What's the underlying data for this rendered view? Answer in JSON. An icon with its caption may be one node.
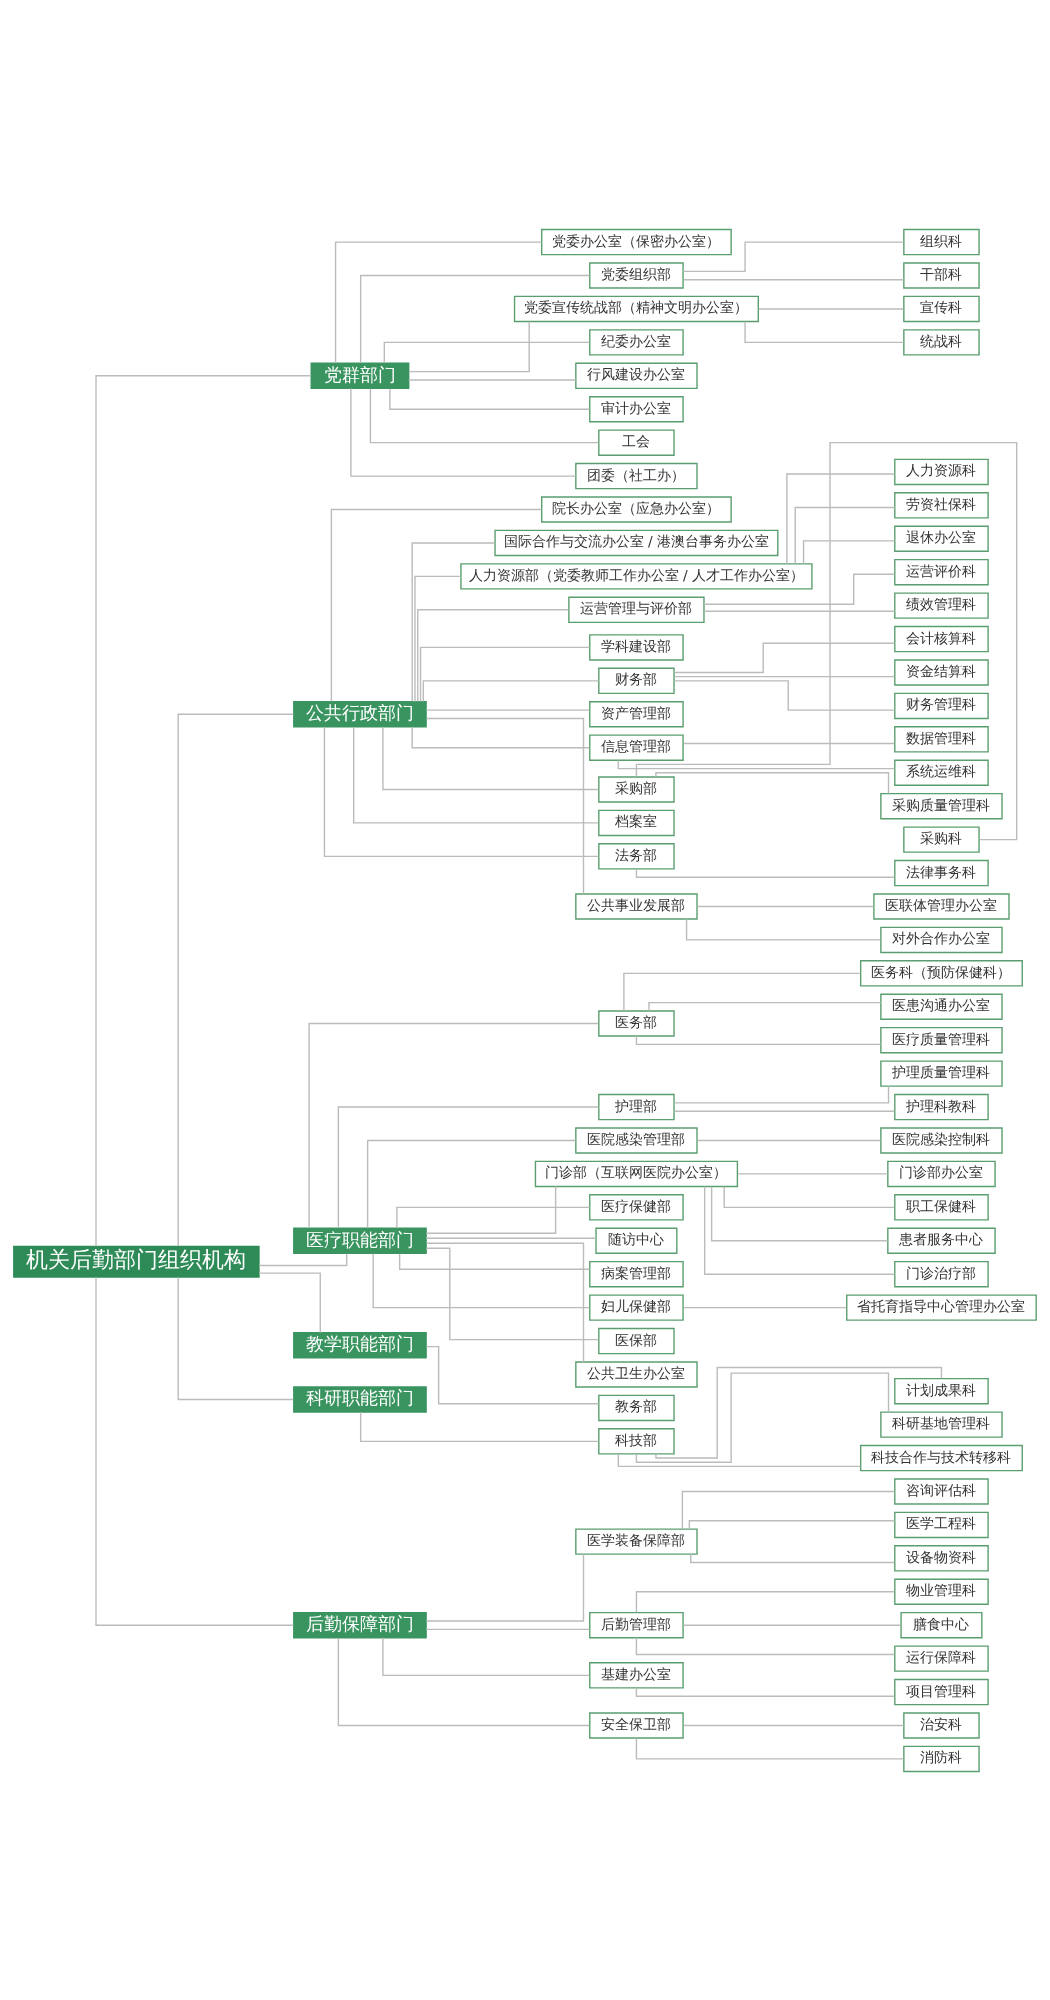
{
  "diagram": {
    "nodes": [
      {
        "text": [
          "机关后勤部门组织机构"
        ]
      },
      {
        "text": [
          "党群部门"
        ]
      },
      {
        "text": [
          "党委办公室（保密办公室）"
        ]
      },
      {
        "text": [
          "党委组织部"
        ]
      },
      {
        "text": [
          "组织科"
        ]
      },
      {
        "text": [
          "干部科"
        ]
      },
      {
        "text": [
          "党委宣传统战部（精神文明办公室）"
        ]
      },
      {
        "text": [
          "宣传科"
        ]
      },
      {
        "text": [
          "统战科"
        ]
      },
      {
        "text": [
          "纪委办公室"
        ]
      },
      {
        "text": [
          "行风建设办公室"
        ]
      },
      {
        "text": [
          "审计办公室"
        ]
      },
      {
        "text": [
          "工会"
        ]
      },
      {
        "text": [
          "团委（社工办）"
        ]
      },
      {
        "text": [
          "公共行政部门"
        ]
      },
      {
        "text": [
          "院长办公室（应急办公室）"
        ]
      },
      {
        "text": [
          "国际合作与交流办公室 / 港澳台事务办公室"
        ]
      },
      {
        "text": [
          "人力资源部（党委教师工作办公室 / 人才工作办公室）"
        ]
      },
      {
        "text": [
          "人力资源科"
        ]
      },
      {
        "text": [
          "劳资社保科"
        ]
      },
      {
        "text": [
          "退休办公室"
        ]
      },
      {
        "text": [
          "运营管理与评价部"
        ]
      },
      {
        "text": [
          "运营评价科"
        ]
      },
      {
        "text": [
          "绩效管理科"
        ]
      },
      {
        "text": [
          "学科建设部"
        ]
      },
      {
        "text": [
          "财务部"
        ]
      },
      {
        "text": [
          "会计核算科"
        ]
      },
      {
        "text": [
          "资金结算科"
        ]
      },
      {
        "text": [
          "财务管理科"
        ]
      },
      {
        "text": [
          "资产管理部"
        ]
      },
      {
        "text": [
          "信息管理部"
        ]
      },
      {
        "text": [
          "数据管理科"
        ]
      },
      {
        "text": [
          "系统运维科"
        ]
      },
      {
        "text": [
          "采购部"
        ]
      },
      {
        "text": [
          "采购质量管理科"
        ]
      },
      {
        "text": [
          "采购科"
        ]
      },
      {
        "text": [
          "档案室"
        ]
      },
      {
        "text": [
          "法务部"
        ]
      },
      {
        "text": [
          "法律事务科"
        ]
      },
      {
        "text": [
          "公共事业发展部"
        ]
      },
      {
        "text": [
          "医联体管理办公室"
        ]
      },
      {
        "text": [
          "对外合作办公室"
        ]
      },
      {
        "text": [
          "医疗职能部门"
        ]
      },
      {
        "text": [
          "医务部"
        ]
      },
      {
        "text": [
          "医务科（预防保健科）"
        ]
      },
      {
        "text": [
          "医患沟通办公室"
        ]
      },
      {
        "text": [
          "医疗质量管理科"
        ]
      },
      {
        "text": [
          "护理部"
        ]
      },
      {
        "text": [
          "护理质量管理科"
        ]
      },
      {
        "text": [
          "护理科教科"
        ]
      },
      {
        "text": [
          "医院感染管理部"
        ]
      },
      {
        "text": [
          "医院感染控制科"
        ]
      },
      {
        "text": [
          "门诊部（互联网医院办公室）"
        ]
      },
      {
        "text": [
          "门诊部办公室"
        ]
      },
      {
        "text": [
          "职工保健科"
        ]
      },
      {
        "text": [
          "患者服务中心"
        ]
      },
      {
        "text": [
          "门诊治疗部"
        ]
      },
      {
        "text": [
          "医疗保健部"
        ]
      },
      {
        "text": [
          "随访中心"
        ]
      },
      {
        "text": [
          "病案管理部"
        ]
      },
      {
        "text": [
          "妇儿保健部"
        ]
      },
      {
        "text": [
          "省托育指导中心管理办公室"
        ]
      },
      {
        "text": [
          "医保部"
        ]
      },
      {
        "text": [
          "公共卫生办公室"
        ]
      },
      {
        "text": [
          "教学职能部门"
        ]
      },
      {
        "text": [
          "教务部"
        ]
      },
      {
        "text": [
          "科研职能部门"
        ]
      },
      {
        "text": [
          "科技部"
        ]
      },
      {
        "text": [
          "计划成果科"
        ]
      },
      {
        "text": [
          "科研基地管理科"
        ]
      },
      {
        "text": [
          "科技合作与技术转移科"
        ]
      },
      {
        "text": [
          "后勤保障部门"
        ]
      },
      {
        "text": [
          "医学装备保障部"
        ]
      },
      {
        "text": [
          "咨询评估科"
        ]
      },
      {
        "text": [
          "医学工程科"
        ]
      },
      {
        "text": [
          "设备物资科"
        ]
      },
      {
        "text": [
          "后勤管理部"
        ]
      },
      {
        "text": [
          "物业管理科"
        ]
      },
      {
        "text": [
          "膳食中心"
        ]
      },
      {
        "text": [
          "运行保障科"
        ]
      },
      {
        "text": [
          "基建办公室"
        ]
      },
      {
        "text": [
          "项目管理科"
        ]
      },
      {
        "text": [
          "安全保卫部"
        ]
      },
      {
        "text": [
          "治安科"
        ]
      },
      {
        "text": [
          "消防科"
        ]
      }
    ],
    "edges": [
      {
        "from": 0,
        "to": 1,
        "arrow": "none"
      },
      {
        "from": 1,
        "to": 2,
        "arrow": "none"
      },
      {
        "from": 1,
        "to": 3,
        "arrow": "none"
      },
      {
        "from": 3,
        "to": 4,
        "arrow": "none"
      },
      {
        "from": 3,
        "to": 5,
        "arrow": "none"
      },
      {
        "from": 1,
        "to": 6,
        "arrow": "none"
      },
      {
        "from": 6,
        "to": 7,
        "arrow": "none"
      },
      {
        "from": 6,
        "to": 8,
        "arrow": "none"
      },
      {
        "from": 1,
        "to": 9,
        "arrow": "none"
      },
      {
        "from": 1,
        "to": 10,
        "arrow": "none"
      },
      {
        "from": 1,
        "to": 11,
        "arrow": "none"
      },
      {
        "from": 1,
        "to": 12,
        "arrow": "none"
      },
      {
        "from": 1,
        "to": 13,
        "arrow": "none"
      },
      {
        "from": 0,
        "to": 14,
        "arrow": "none"
      },
      {
        "from": 14,
        "to": 15,
        "arrow": "none"
      },
      {
        "from": 14,
        "to": 16,
        "arrow": "none"
      },
      {
        "from": 14,
        "to": 17,
        "arrow": "none"
      },
      {
        "from": 17,
        "to": 18,
        "arrow": "none"
      },
      {
        "from": 17,
        "to": 19,
        "arrow": "none"
      },
      {
        "from": 17,
        "to": 20,
        "arrow": "none"
      },
      {
        "from": 14,
        "to": 21,
        "arrow": "none"
      },
      {
        "from": 21,
        "to": 22,
        "arrow": "none"
      },
      {
        "from": 21,
        "to": 23,
        "arrow": "none"
      },
      {
        "from": 14,
        "to": 24,
        "arrow": "none"
      },
      {
        "from": 14,
        "to": 25,
        "arrow": "none"
      },
      {
        "from": 25,
        "to": 26,
        "arrow": "none"
      },
      {
        "from": 25,
        "to": 27,
        "arrow": "none"
      },
      {
        "from": 25,
        "to": 28,
        "arrow": "none"
      },
      {
        "from": 14,
        "to": 29,
        "arrow": "none"
      },
      {
        "from": 14,
        "to": 30,
        "arrow": "none"
      },
      {
        "from": 30,
        "to": 31,
        "arrow": "none"
      },
      {
        "from": 30,
        "to": 32,
        "arrow": "none"
      },
      {
        "from": 14,
        "to": 33,
        "arrow": "none"
      },
      {
        "from": 33,
        "to": 34,
        "arrow": "none"
      },
      {
        "from": 33,
        "to": 35,
        "arrow": "none"
      },
      {
        "from": 14,
        "to": 36,
        "arrow": "none"
      },
      {
        "from": 14,
        "to": 37,
        "arrow": "none"
      },
      {
        "from": 37,
        "to": 38,
        "arrow": "none"
      },
      {
        "from": 14,
        "to": 39,
        "arrow": "none"
      },
      {
        "from": 39,
        "to": 40,
        "arrow": "none"
      },
      {
        "from": 39,
        "to": 41,
        "arrow": "none"
      },
      {
        "from": 0,
        "to": 42,
        "arrow": "none"
      },
      {
        "from": 42,
        "to": 43,
        "arrow": "none"
      },
      {
        "from": 43,
        "to": 44,
        "arrow": "none"
      },
      {
        "from": 43,
        "to": 45,
        "arrow": "none"
      },
      {
        "from": 43,
        "to": 46,
        "arrow": "none"
      },
      {
        "from": 42,
        "to": 47,
        "arrow": "none"
      },
      {
        "from": 47,
        "to": 48,
        "arrow": "none"
      },
      {
        "from": 47,
        "to": 49,
        "arrow": "none"
      },
      {
        "from": 42,
        "to": 50,
        "arrow": "none"
      },
      {
        "from": 50,
        "to": 51,
        "arrow": "none"
      },
      {
        "from": 42,
        "to": 52,
        "arrow": "none"
      },
      {
        "from": 52,
        "to": 53,
        "arrow": "none"
      },
      {
        "from": 52,
        "to": 54,
        "arrow": "none"
      },
      {
        "from": 52,
        "to": 55,
        "arrow": "none"
      },
      {
        "from": 52,
        "to": 56,
        "arrow": "none"
      },
      {
        "from": 42,
        "to": 57,
        "arrow": "none"
      },
      {
        "from": 42,
        "to": 58,
        "arrow": "none"
      },
      {
        "from": 42,
        "to": 59,
        "arrow": "none"
      },
      {
        "from": 42,
        "to": 60,
        "arrow": "none"
      },
      {
        "from": 60,
        "to": 61,
        "arrow": "none"
      },
      {
        "from": 42,
        "to": 62,
        "arrow": "none"
      },
      {
        "from": 42,
        "to": 63,
        "arrow": "none"
      },
      {
        "from": 0,
        "to": 64,
        "arrow": "none"
      },
      {
        "from": 64,
        "to": 65,
        "arrow": "none"
      },
      {
        "from": 0,
        "to": 66,
        "arrow": "none"
      },
      {
        "from": 66,
        "to": 67,
        "arrow": "none"
      },
      {
        "from": 67,
        "to": 68,
        "arrow": "none"
      },
      {
        "from": 67,
        "to": 69,
        "arrow": "none"
      },
      {
        "from": 67,
        "to": 70,
        "arrow": "none"
      },
      {
        "from": 0,
        "to": 71,
        "arrow": "none"
      },
      {
        "from": 71,
        "to": 72,
        "arrow": "none"
      },
      {
        "from": 72,
        "to": 73,
        "arrow": "none"
      },
      {
        "from": 72,
        "to": 74,
        "arrow": "none"
      },
      {
        "from": 72,
        "to": 75,
        "arrow": "none"
      },
      {
        "from": 71,
        "to": 76,
        "arrow": "none"
      },
      {
        "from": 76,
        "to": 77,
        "arrow": "none"
      },
      {
        "from": 76,
        "to": 78,
        "arrow": "none"
      },
      {
        "from": 76,
        "to": 79,
        "arrow": "none"
      },
      {
        "from": 71,
        "to": 80,
        "arrow": "none"
      },
      {
        "from": 80,
        "to": 81,
        "arrow": "none"
      },
      {
        "from": 71,
        "to": 82,
        "arrow": "none"
      },
      {
        "from": 82,
        "to": 83,
        "arrow": "none"
      },
      {
        "from": 82,
        "to": 84,
        "arrow": "none"
      }
    ]
  }
}
